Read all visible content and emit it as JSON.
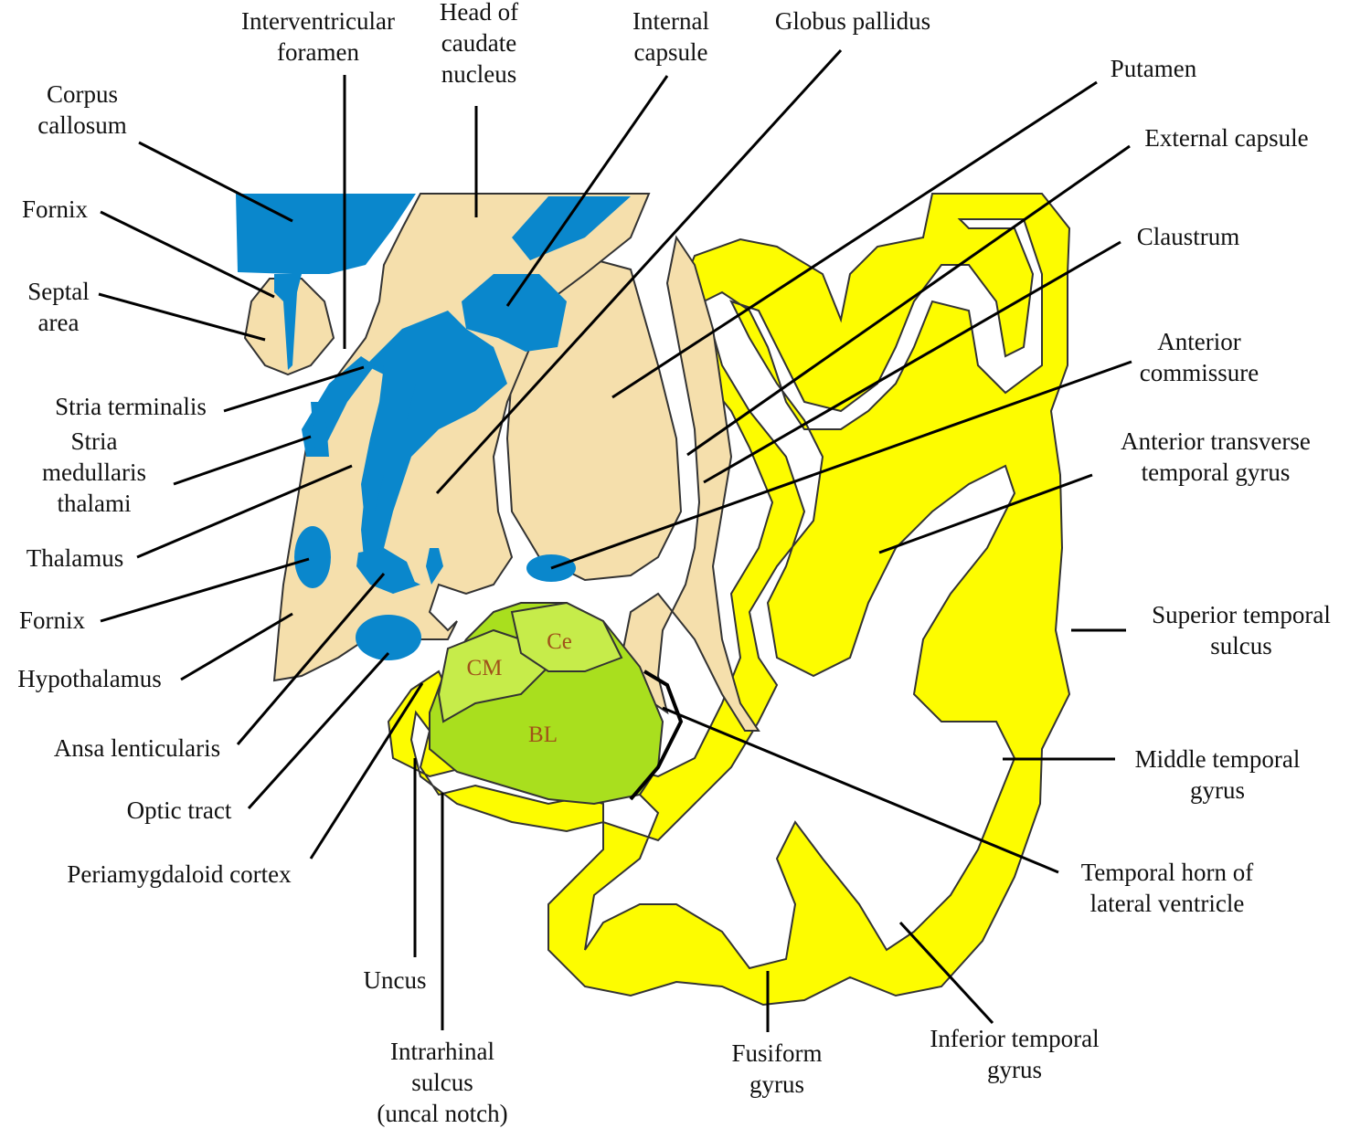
{
  "colors": {
    "yellow_cortex": "#fdfc00",
    "beige_gray_matter": "#f5dfac",
    "blue_ventricles_tracts": "#0a87cc",
    "green_amygdala_light": "#c6ec4a",
    "green_amygdala": "#a9df1e",
    "amygdala_text": "#a0521a"
  },
  "labels": {
    "interventricular_foramen": [
      "Interventricular",
      "foramen"
    ],
    "head_caudate": [
      "Head of",
      "caudate",
      "nucleus"
    ],
    "internal_capsule": [
      "Internal",
      "capsule"
    ],
    "globus_pallidus": [
      "Globus pallidus"
    ],
    "corpus_callosum": [
      "Corpus",
      "callosum"
    ],
    "putamen": [
      "Putamen"
    ],
    "external_capsule": [
      "External capsule"
    ],
    "fornix_top": [
      "Fornix"
    ],
    "claustrum": [
      "Claustrum"
    ],
    "septal_area": [
      "Septal",
      "area"
    ],
    "anterior_commissure": [
      "Anterior",
      "commissure"
    ],
    "stria_terminalis": [
      "Stria terminalis"
    ],
    "stria_medullaris": [
      "Stria",
      "medullaris",
      "thalami"
    ],
    "anterior_transverse": [
      "Anterior transverse",
      "temporal gyrus"
    ],
    "thalamus": [
      "Thalamus"
    ],
    "fornix_lower": [
      "Fornix"
    ],
    "superior_temporal_sulcus": [
      "Superior temporal",
      "sulcus"
    ],
    "hypothalamus": [
      "Hypothalamus"
    ],
    "ansa_lenticularis": [
      "Ansa lenticularis"
    ],
    "middle_temporal_gyrus": [
      "Middle temporal",
      "gyrus"
    ],
    "optic_tract": [
      "Optic tract"
    ],
    "periamygdaloid_cortex": [
      "Periamygdaloid cortex"
    ],
    "temporal_horn": [
      "Temporal horn of",
      "lateral ventricle"
    ],
    "uncus": [
      "Uncus"
    ],
    "intrarhinal_sulcus": [
      "Intrarhinal",
      "sulcus",
      "(uncal notch)"
    ],
    "fusiform_gyrus": [
      "Fusiform",
      "gyrus"
    ],
    "inferior_temporal_gyrus": [
      "Inferior temporal",
      "gyrus"
    ]
  },
  "amygdala_nuclei": {
    "ce": "Ce",
    "cm": "CM",
    "bl": "BL"
  }
}
